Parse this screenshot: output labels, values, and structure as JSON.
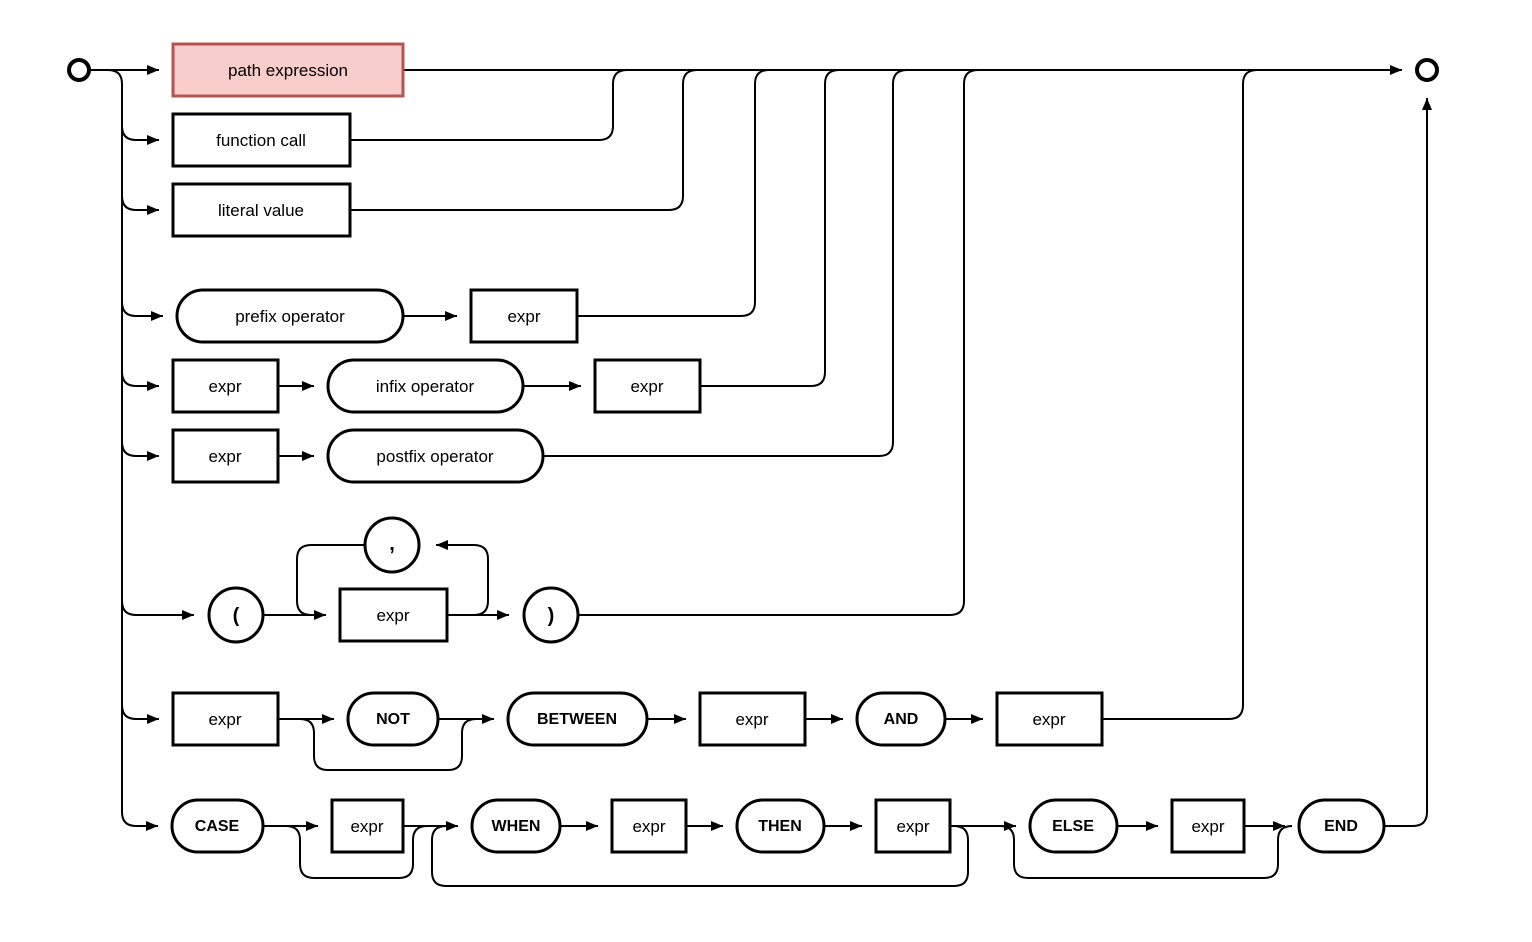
{
  "diagram": {
    "kind": "railroad-syntax-diagram",
    "rules": [
      "path expression",
      "function call",
      "literal value",
      "prefix operator expr",
      "expr infix operator expr",
      "expr postfix operator",
      "( expr ( , expr )* )",
      "expr NOT? BETWEEN expr AND expr",
      "CASE expr? ( WHEN expr THEN expr )+ ( ELSE expr )? END"
    ],
    "highlighted_node": "path expression"
  },
  "colors": {
    "background": "#ffffff",
    "line": "#000000",
    "text": "#000000",
    "node_fill": "#ffffff",
    "highlight_fill": "#f8cecc",
    "highlight_stroke": "#b85450"
  },
  "nodes": {
    "path_expression": "path expression",
    "function_call": "function call",
    "literal_value": "literal value",
    "prefix_operator": "prefix operator",
    "infix_operator": "infix operator",
    "postfix_operator": "postfix operator",
    "expr": "expr",
    "open_paren": "(",
    "comma": ",",
    "close_paren": ")",
    "not_kw": "NOT",
    "between_kw": "BETWEEN",
    "and_kw": "AND",
    "case_kw": "CASE",
    "when_kw": "WHEN",
    "then_kw": "THEN",
    "else_kw": "ELSE",
    "end_kw": "END"
  }
}
